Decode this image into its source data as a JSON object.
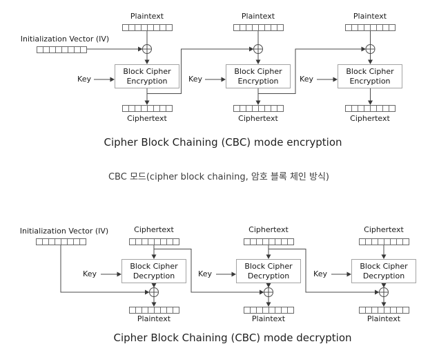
{
  "palette": {
    "background": "#ffffff",
    "line": "#4a4a4a",
    "arrow": "#3a3a3a",
    "box_border": "#a3a3a3",
    "block_border": "#666666",
    "text": "#161616",
    "caption_text": "#3c3c3c"
  },
  "encryption": {
    "title": "Cipher Block Chaining (CBC) mode encryption",
    "iv_label": "Initialization Vector (IV)",
    "key_label": "Key",
    "input_label": "Plaintext",
    "output_label": "Ciphertext",
    "box_line1": "Block Cipher",
    "box_line2": "Encryption"
  },
  "caption": {
    "text": "CBC 모드(cipher block chaining, 암호 블록 체인 방식)"
  },
  "decryption": {
    "title": "Cipher Block Chaining (CBC) mode decryption",
    "iv_label": "Initialization Vector (IV)",
    "key_label": "Key",
    "input_label": "Ciphertext",
    "output_label": "Plaintext",
    "box_line1": "Block Cipher",
    "box_line2": "Decryption"
  }
}
